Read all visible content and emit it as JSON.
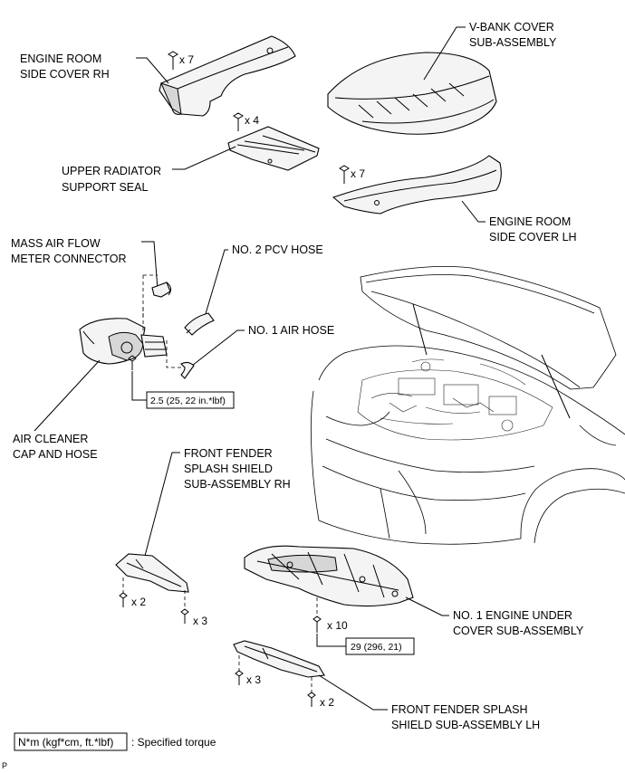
{
  "labels": {
    "engine_room_side_cover_rh": [
      "ENGINE ROOM",
      "SIDE COVER RH"
    ],
    "v_bank_cover": [
      "V-BANK COVER",
      "SUB-ASSEMBLY"
    ],
    "upper_radiator_support_seal": [
      "UPPER RADIATOR",
      "SUPPORT SEAL"
    ],
    "engine_room_side_cover_lh": [
      "ENGINE ROOM",
      "SIDE COVER LH"
    ],
    "mass_air_flow_meter_connector": [
      "MASS AIR FLOW",
      "METER CONNECTOR"
    ],
    "no2_pcv_hose": "NO. 2 PCV HOSE",
    "no1_air_hose": "NO. 1 AIR HOSE",
    "air_cleaner_cap_and_hose": [
      "AIR CLEANER",
      "CAP AND HOSE"
    ],
    "front_fender_splash_shield_rh": [
      "FRONT FENDER",
      "SPLASH SHIELD",
      "SUB-ASSEMBLY RH"
    ],
    "no1_engine_under_cover": [
      "NO. 1 ENGINE UNDER",
      "COVER SUB-ASSEMBLY"
    ],
    "front_fender_splash_shield_lh": [
      "FRONT FENDER SPLASH",
      "SHIELD SUB-ASSEMBLY LH"
    ]
  },
  "fastener_counts": {
    "side_cover_rh": "x 7",
    "radiator_seal": "x 4",
    "side_cover_lh": "x 7",
    "splash_rh_a": "x 2",
    "splash_rh_b": "x 3",
    "under_cover": "x 10",
    "splash_lh_a": "x 3",
    "splash_lh_b": "x 2"
  },
  "torques": {
    "air_cleaner": "2.5 (25, 22 in.*lbf)",
    "under_cover": "29 (296, 21)"
  },
  "legend": {
    "box_text": "N*m (kgf*cm, ft.*lbf)",
    "description": ": Specified torque"
  },
  "page_marker": "P"
}
